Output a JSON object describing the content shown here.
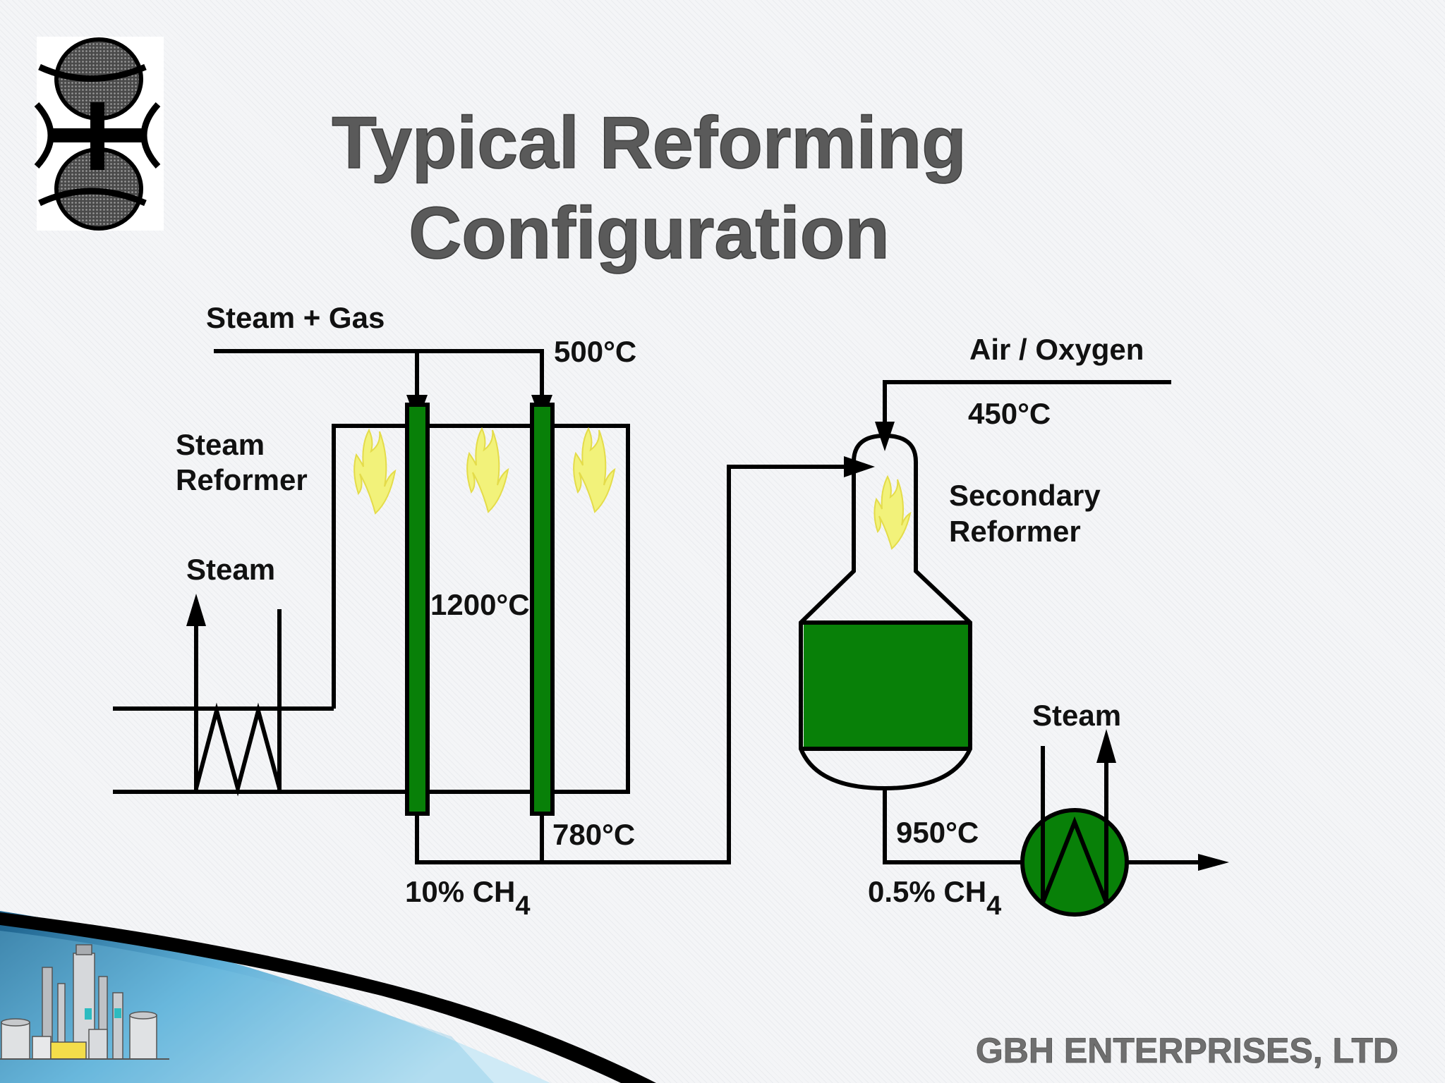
{
  "title": {
    "line1": "Typical Reforming",
    "line2": "Configuration"
  },
  "footer": {
    "company": "GBH ENTERPRISES, LTD"
  },
  "labels": {
    "steam_gas": "Steam + Gas",
    "temp_500": "500°C",
    "air_oxygen": "Air / Oxygen",
    "temp_450": "450°C",
    "steam_reformer_1": "Steam",
    "steam_reformer_2": "Reformer",
    "steam_left": "Steam",
    "temp_1200": "1200°C",
    "secondary_1": "Secondary",
    "secondary_2": "Reformer",
    "steam_right": "Steam",
    "temp_780": "780°C",
    "temp_950": "950°C",
    "ch4_10_main": "10% CH",
    "ch4_10_sub": "4",
    "ch4_05_main": "0.5% CH",
    "ch4_05_sub": "4"
  },
  "colors": {
    "catalyst_green": "#088008",
    "flame_yellow": "#f2f27a",
    "line": "#000000"
  },
  "icons": {
    "logo": "gbh-logo-icon",
    "refinery": "refinery-illustration-icon"
  }
}
